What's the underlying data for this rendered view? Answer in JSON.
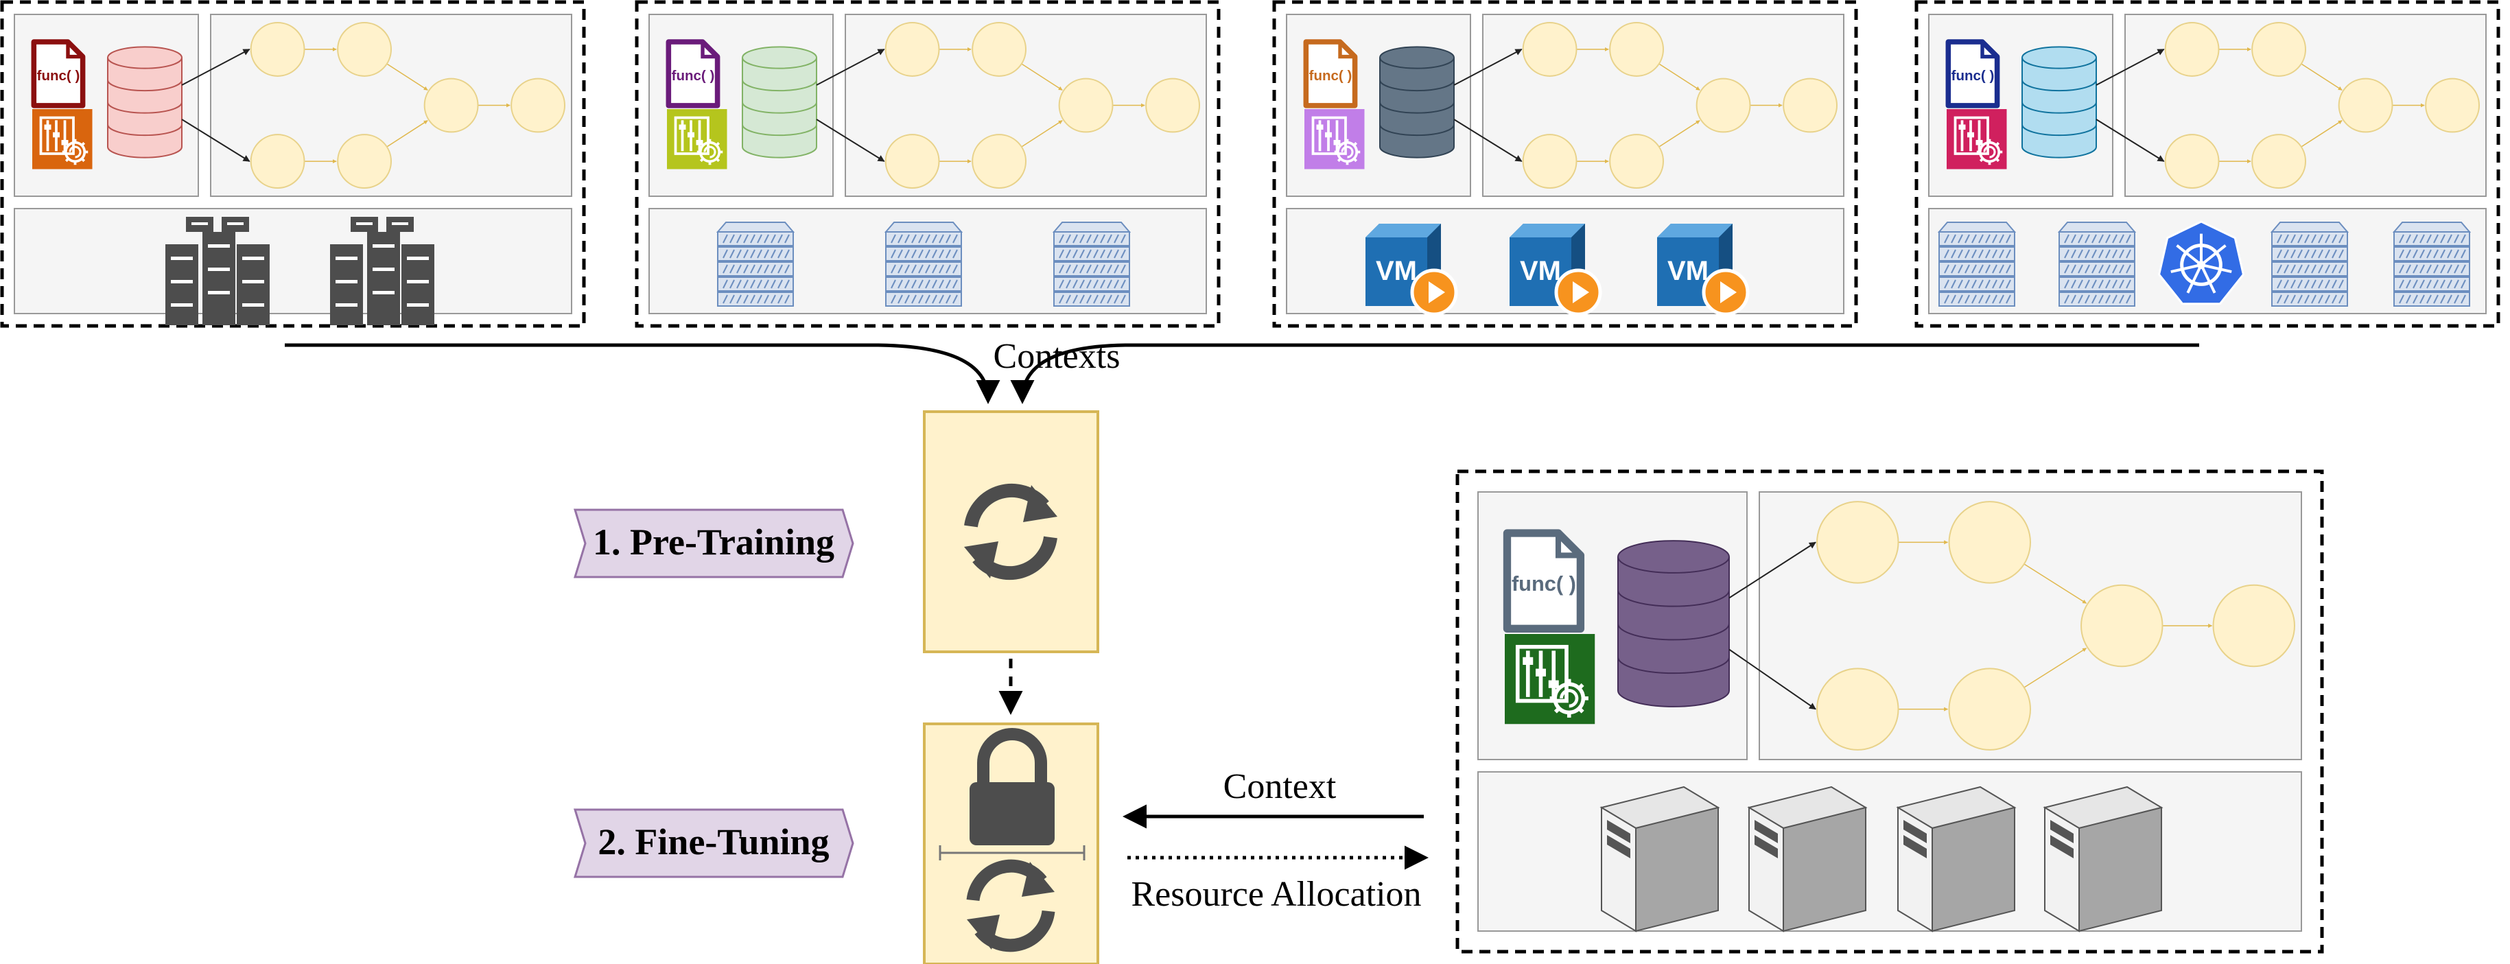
{
  "labels": {
    "contexts": "Contexts",
    "context": "Context",
    "resource_allocation": "Resource Allocation",
    "pre_training": "1. Pre-Training",
    "fine_tuning": "2. Fine-Tuning"
  },
  "func_text": "func( )",
  "vm_text": "VM",
  "colors": {
    "panel_fill": "#f5f5f5",
    "panel_stroke": "#999999",
    "node_fill": "#fff2cc",
    "node_stroke": "#e8d28a",
    "model_box_fill": "#fff2cc",
    "model_box_stroke": "#d6b656",
    "stage_tag_fill": "#e1d5e7",
    "stage_tag_stroke": "#9673a6",
    "icon_dark": "#4d4d4d"
  },
  "context_panels": [
    {
      "name": "context-1",
      "db_fill": "#f8cecc",
      "db_stroke": "#b85450",
      "func_color": "#8b0f0f",
      "settings_color": "#d9650e",
      "infra": "physical-server-clusters"
    },
    {
      "name": "context-2",
      "db_fill": "#d5e8d4",
      "db_stroke": "#82b366",
      "func_color": "#6a1b7a",
      "settings_color": "#b5c51d",
      "infra": "blade-servers"
    },
    {
      "name": "context-3",
      "db_fill": "#647687",
      "db_stroke": "#314354",
      "func_color": "#c66a1e",
      "settings_color": "#c17ee8",
      "infra": "virtual-machines"
    },
    {
      "name": "context-4",
      "db_fill": "#b1ddf0",
      "db_stroke": "#10739e",
      "func_color": "#1a2d8f",
      "settings_color": "#d0205e",
      "infra": "blade-servers-with-kubernetes"
    }
  ],
  "target_context": {
    "name": "target-context",
    "db_fill": "#76608a",
    "db_stroke": "#432d57",
    "func_color": "#5a6b7d",
    "settings_color": "#1e6b1e",
    "infra": "tower-servers"
  }
}
